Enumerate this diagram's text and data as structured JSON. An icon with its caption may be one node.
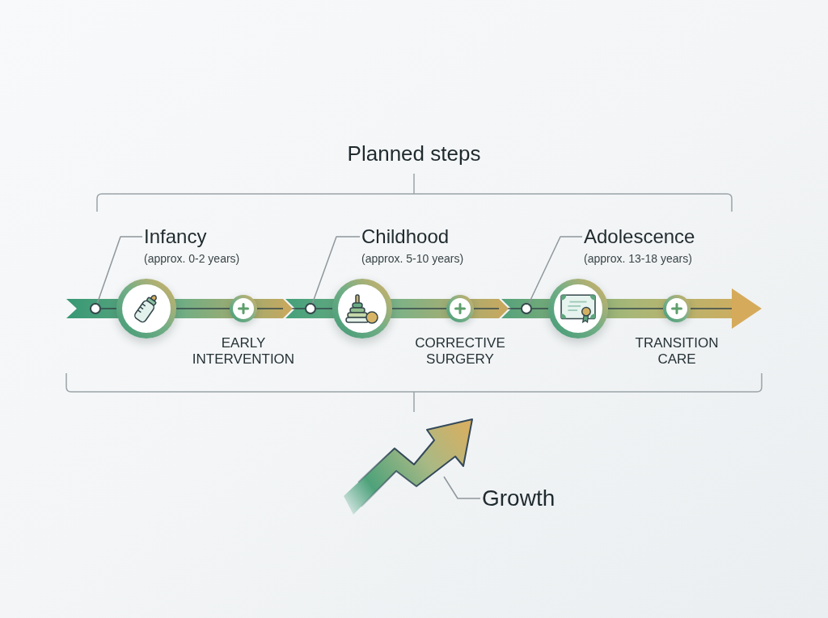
{
  "diagram": {
    "title": "Planned steps",
    "nodes": [
      {
        "text": [
          "Infancy",
          "(approx. 0-2 years)"
        ]
      },
      {
        "text": [],
        "shape": "circle"
      },
      {
        "text": [],
        "shape": "circle"
      },
      {
        "text": [],
        "shape": "circle",
        "beside": [
          "EARLY INTERVENTION"
        ]
      },
      {
        "text": [
          "Childhood",
          "(approx. 5-10 years)"
        ]
      },
      {
        "text": [],
        "shape": "circle"
      },
      {
        "text": [],
        "shape": "circle"
      },
      {
        "text": [],
        "shape": "circle",
        "beside": [
          "CORRECTIVE SURGERY"
        ]
      },
      {
        "text": [
          "Adolescence",
          "(approx. 13-18 years)"
        ]
      },
      {
        "text": [],
        "shape": "circle"
      },
      {
        "text": [],
        "shape": "circle"
      },
      {
        "text": [],
        "shape": "circle",
        "beside": [
          "TRANSITION CARE"
        ]
      },
      {
        "text": [],
        "shape": "picture"
      },
      {
        "text": [
          "Growth"
        ]
      }
    ],
    "edges": [
      {
        "from": 0,
        "to": 1,
        "arrow": "none",
        "color": "#8e979b"
      },
      {
        "from": 1,
        "to": 2,
        "arrow": "none"
      },
      {
        "from": 2,
        "to": 3,
        "arrow": "none"
      },
      {
        "from": 3,
        "to": 5,
        "arrow": "to"
      },
      {
        "from": 4,
        "to": 5,
        "arrow": "none",
        "color": "#8e979b"
      },
      {
        "from": 5,
        "to": 6,
        "arrow": "none"
      },
      {
        "from": 6,
        "to": 7,
        "arrow": "none"
      },
      {
        "from": 7,
        "to": 9,
        "arrow": "to"
      },
      {
        "from": 8,
        "to": 9,
        "arrow": "none",
        "color": "#8e979b"
      },
      {
        "from": 9,
        "to": 10,
        "arrow": "none"
      },
      {
        "from": 10,
        "to": 11,
        "arrow": "none"
      },
      {
        "from": 11,
        "to": null,
        "arrow": "to"
      },
      {
        "from": 13,
        "to": 12,
        "arrow": "none",
        "color": "#8e979b"
      }
    ]
  }
}
